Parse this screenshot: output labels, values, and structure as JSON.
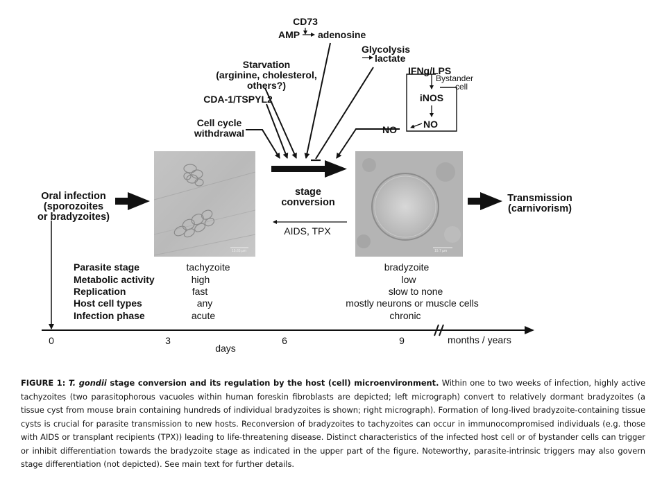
{
  "triggers": {
    "cd73": "CD73",
    "amp": "AMP",
    "adenosine": "adenosine",
    "glycolysis": "Glycolysis",
    "lactate": "lactate",
    "starvation_l1": "Starvation",
    "starvation_l2": "(arginine, cholesterol,",
    "starvation_l3": "others?)",
    "ifng_lps": "IFNg/LPS",
    "bystander_l1": "Bystander",
    "bystander_l2": "cell",
    "inos": "iNOS",
    "no_inner": "NO",
    "no_outer": "NO",
    "cda1": "CDA-1/TSPYL2",
    "cellcycle_l1": "Cell cycle",
    "cellcycle_l2": "withdrawal"
  },
  "flow": {
    "oral_l1": "Oral infection",
    "oral_l2": "(sporozoites",
    "oral_l3": "or bradyzoites)",
    "stage_l1": "stage",
    "stage_l2": "conversion",
    "reverse": "AIDS, TPX",
    "transmission_l1": "Transmission",
    "transmission_l2": "(carnivorism)"
  },
  "micrographs": {
    "left_scale": "15.65 µm",
    "right_scale": "19.7 µm"
  },
  "table": {
    "rows": [
      {
        "label": "Parasite stage",
        "tachy": "tachyzoite",
        "brady": "bradyzoite"
      },
      {
        "label": "Metabolic activity",
        "tachy": "high",
        "brady": "low"
      },
      {
        "label": "Replication",
        "tachy": "fast",
        "brady": "slow to none"
      },
      {
        "label": "Host cell types",
        "tachy": "any",
        "brady": "mostly neurons or muscle cells"
      },
      {
        "label": "Infection phase",
        "tachy": "acute",
        "brady": "chronic"
      }
    ]
  },
  "timeline": {
    "ticks": [
      "0",
      "3",
      "6",
      "9"
    ],
    "unit": "days",
    "break_label": "months / years"
  },
  "caption": {
    "prefix": "FIGURE 1: ",
    "species": "T. gondii",
    "title_rest": " stage conversion and its regulation by the host (cell) microenvironment.",
    "body": " Within one to two weeks of infection, highly active tachyzoites (two parasitophorous vacuoles within human foreskin fibroblasts are depicted; left micrograph) convert to relatively dormant bradyzoites (a tissue cyst from mouse brain containing hundreds of individual bradyzoites is shown; right micrograph). Formation of long-lived bradyzoite-containing tissue cysts is crucial for parasite transmission to new hosts. Reconversion of bradyzoites to tachyzoites can occur in immunocompromised individuals (e.g. those with AIDS or transplant recipients (TPX)) leading to life-threatening disease. Distinct characteristics of the infected host cell or of bystander cells can trigger or inhibit differentiation towards the bradyzoite stage as indicated in the upper part of the figure. Noteworthy, parasite-intrinsic triggers may also govern stage differentiation (not depicted). See main text for further details."
  }
}
